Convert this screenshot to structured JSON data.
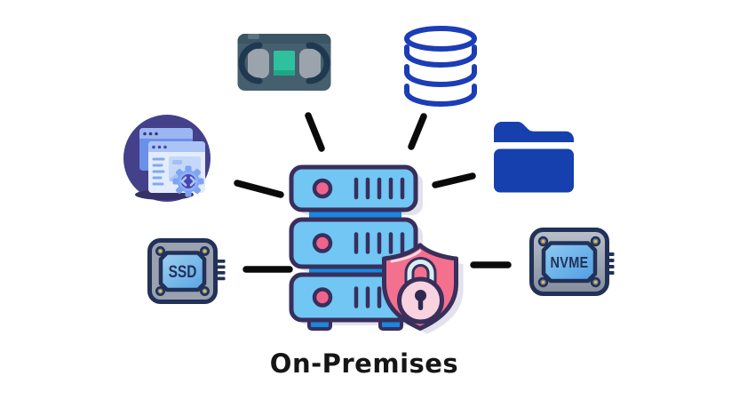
{
  "title": "On-Premises",
  "nodes": {
    "video_tape": {
      "icon": "vhs-tape-icon"
    },
    "database": {
      "icon": "database-icon"
    },
    "web_app": {
      "icon": "browser-windows-gear-icon"
    },
    "folder": {
      "icon": "folder-icon"
    },
    "ssd": {
      "icon": "ssd-drive-icon",
      "label": "SSD"
    },
    "nvme": {
      "icon": "nvme-drive-icon",
      "label": "NVME"
    },
    "server": {
      "icon": "server-rack-shield-lock-icon"
    }
  },
  "colors": {
    "connector_line": "#0a0a0a",
    "server_body": "#71c6f4",
    "server_strip": "#1a87e0",
    "outline_indigo": "#382f5c",
    "accent_pink": "#f0648c",
    "shield_pink": "#f4708f",
    "lock_body_pink": "#f9d2df",
    "shackle_blue": "#d8eef4",
    "database_blue": "#1b3db6",
    "folder_blue": "#1640ae",
    "circle_indigo": "#44408a",
    "vhs_slate": "#465f6e",
    "vhs_teal": "#2ec19e",
    "chip_gray": "#9aa1af",
    "chip_navy": "#223158",
    "chip_panel_blue": "#58a4e4",
    "screw_yellow": "#f2c230",
    "shadow_gray": "#e2e2ec",
    "title_text": "#161616"
  }
}
